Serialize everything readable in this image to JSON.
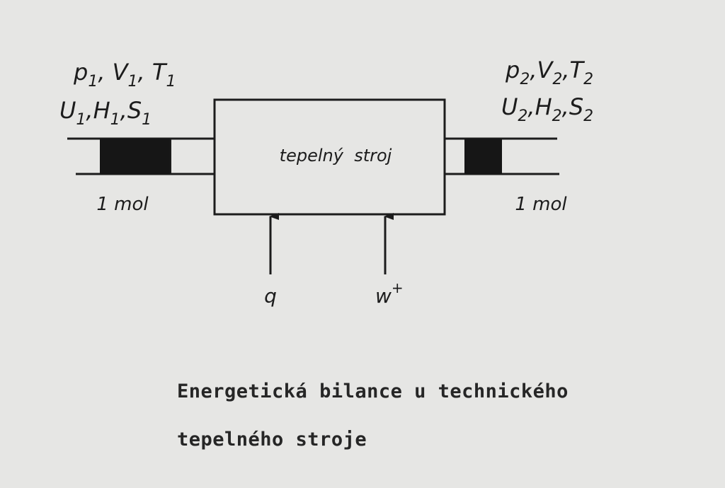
{
  "inlet": {
    "state_line_1": {
      "p": "p",
      "p_sub": "1",
      "V": "V",
      "V_sub": "1",
      "T": "T",
      "T_sub": "1"
    },
    "state_line_2": {
      "U": "U",
      "U_sub": "1",
      "H": "H",
      "H_sub": "1",
      "S": "S",
      "S_sub": "1"
    },
    "amount": "1 mol"
  },
  "outlet": {
    "state_line_1": {
      "p": "p",
      "p_sub": "2",
      "V": "V",
      "V_sub": "2",
      "T": "T",
      "T_sub": "2"
    },
    "state_line_2": {
      "U": "U",
      "U_sub": "2",
      "H": "H",
      "H_sub": "2",
      "S": "S",
      "S_sub": "2"
    },
    "amount": "1 mol"
  },
  "machine": {
    "label": "tepelný  stroj"
  },
  "inputs": {
    "heat": "q",
    "work": "w",
    "work_sup": "+"
  },
  "caption": {
    "line1": "Energetická bilance u technického",
    "line2": "tepelného stroje"
  },
  "colors": {
    "paper": "#e6e6e4",
    "ink": "#1c1c1c"
  }
}
